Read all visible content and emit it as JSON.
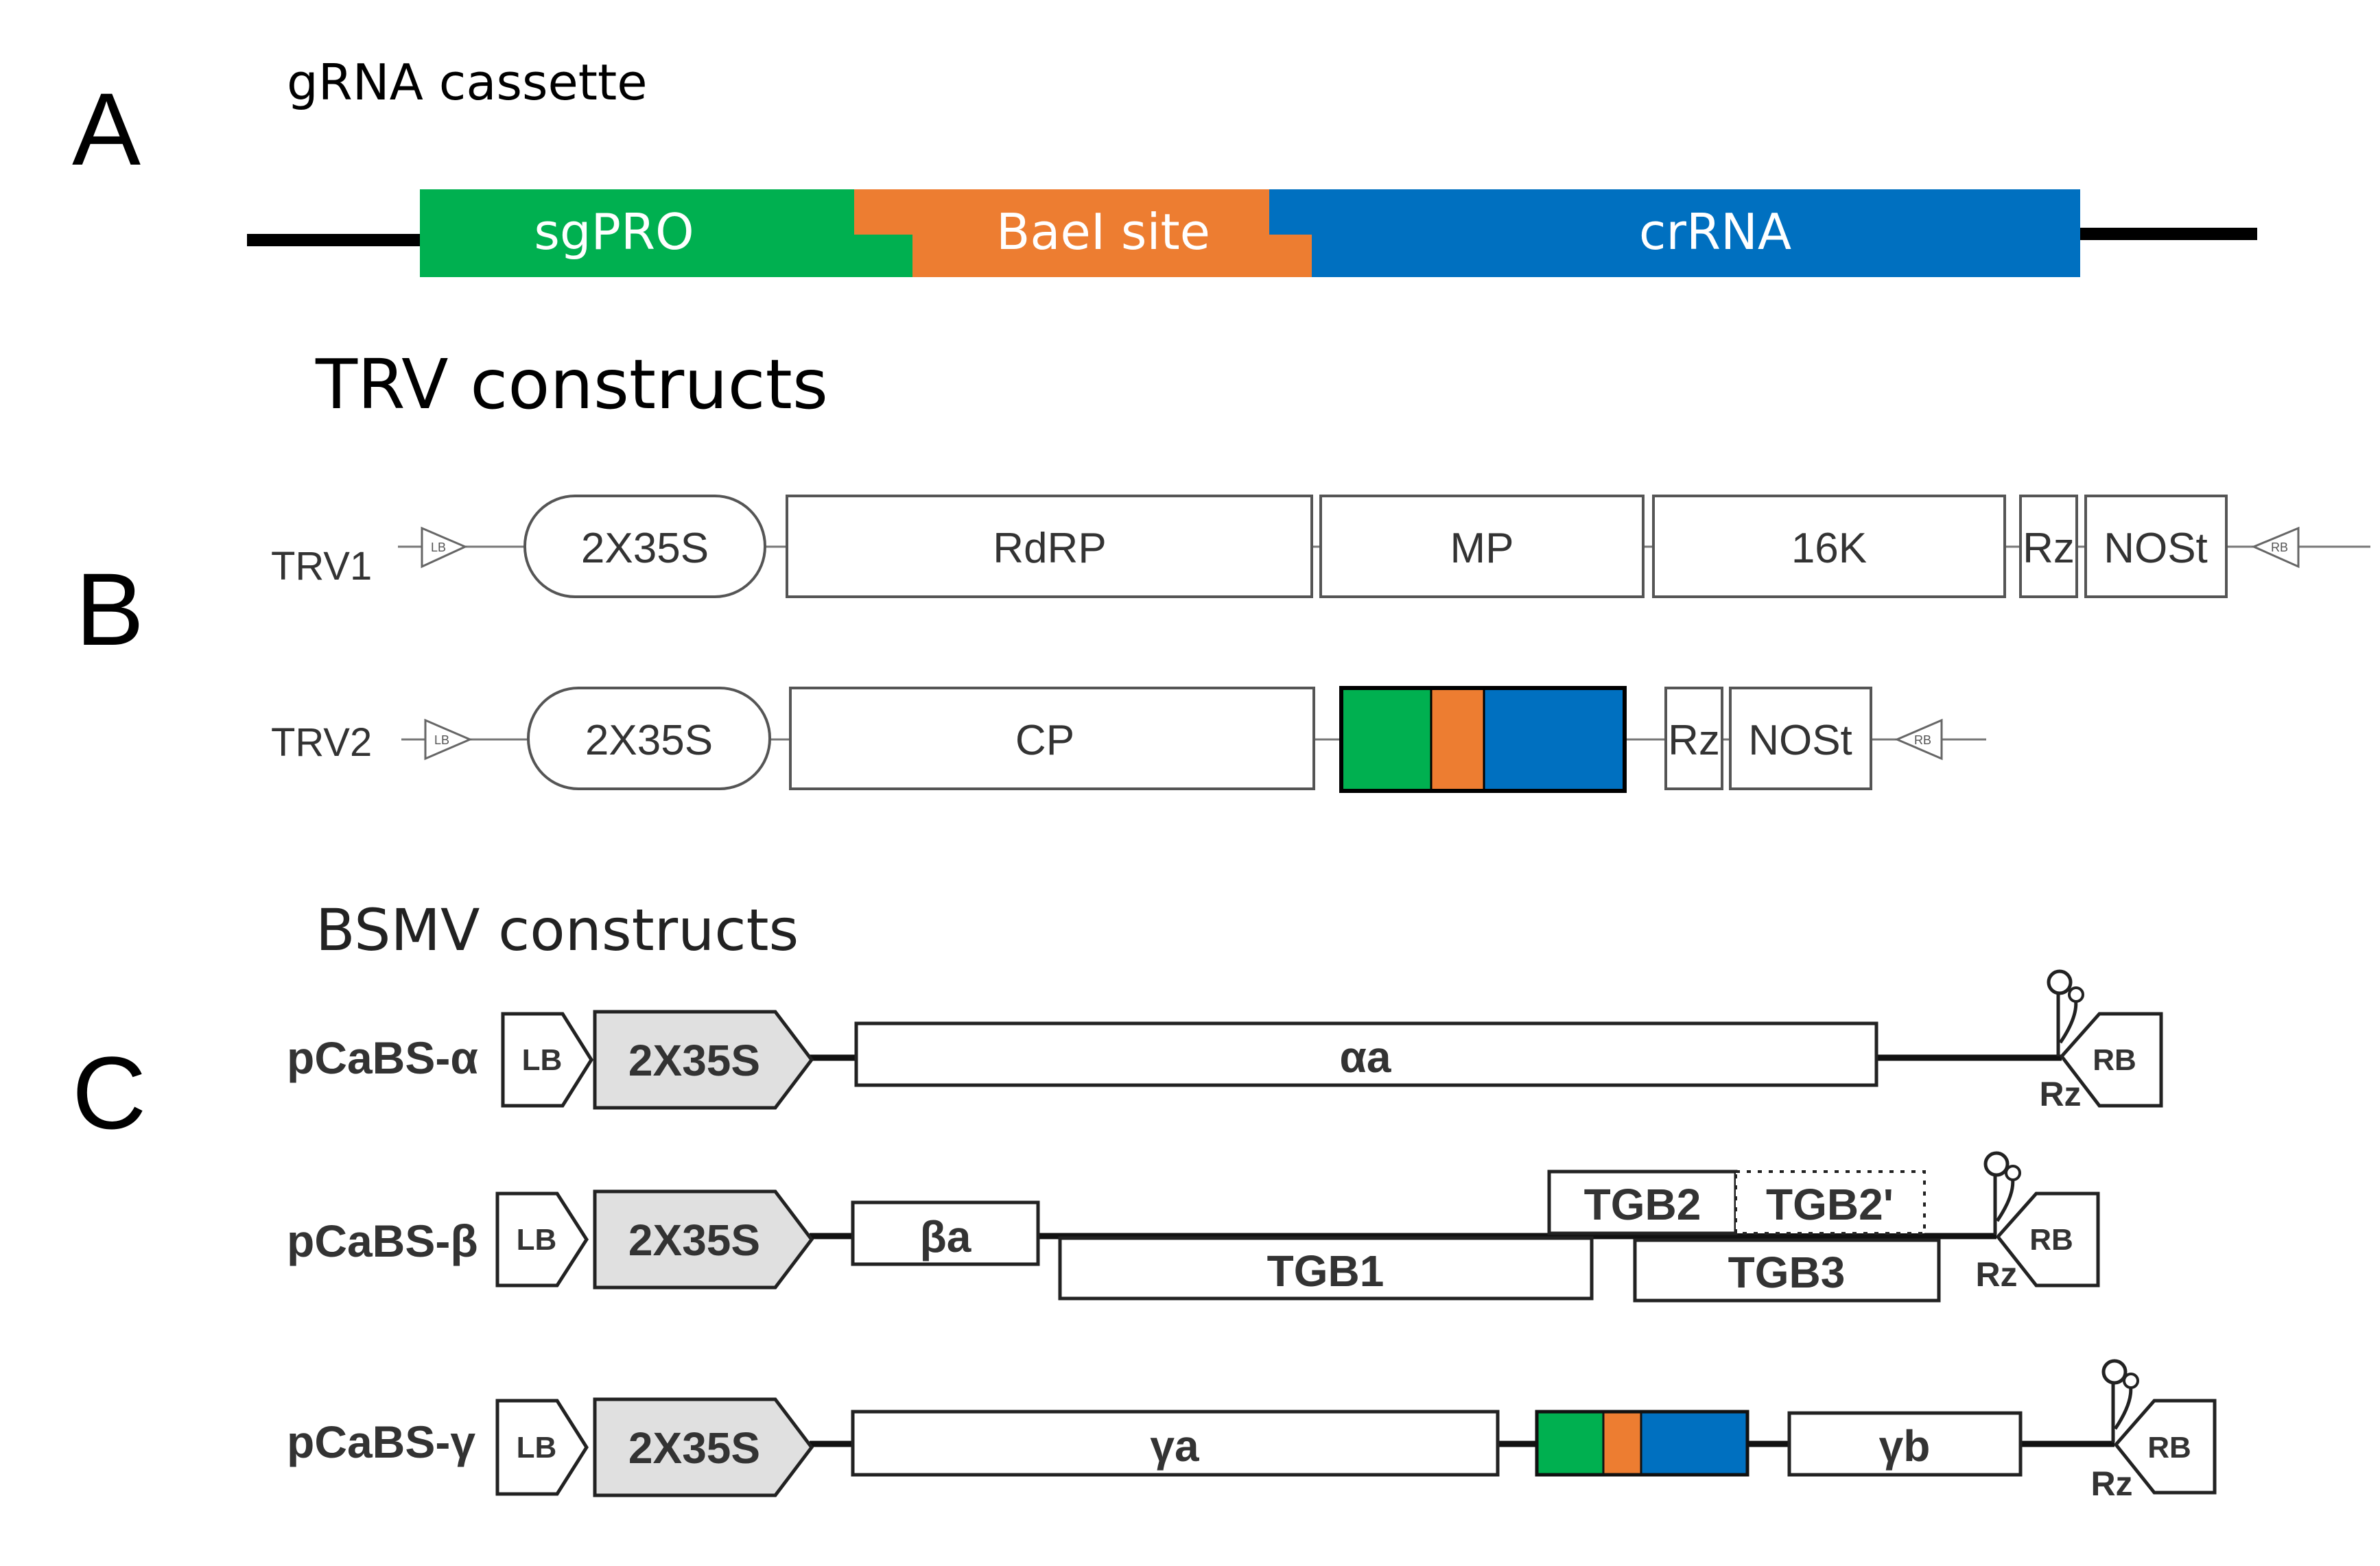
{
  "panel_letters": {
    "a": "A",
    "b": "B",
    "c": "C"
  },
  "panel_a": {
    "heading": "gRNA cassette",
    "segments": [
      {
        "label": "sgPRO",
        "color": "#00b050"
      },
      {
        "label": "BaeI site",
        "color": "#ed7d31"
      },
      {
        "label": "crRNA",
        "color": "#0070c0"
      }
    ]
  },
  "panel_b": {
    "heading": "TRV constructs",
    "trv1": {
      "name": "TRV1",
      "border_left": "LB",
      "promoter": "2X35S",
      "genes": [
        "RdRP",
        "MP",
        "16K"
      ],
      "rz": "Rz",
      "terminator": "NOSt",
      "border_right": "RB"
    },
    "trv2": {
      "name": "TRV2",
      "border_left": "LB",
      "promoter": "2X35S",
      "gene": "CP",
      "rz": "Rz",
      "terminator": "NOSt",
      "border_right": "RB"
    }
  },
  "panel_c": {
    "heading": "BSMV constructs",
    "alpha": {
      "name": "pCaBS-α",
      "lb": "LB",
      "promoter": "2X35S",
      "gene": "αa",
      "rz": "Rz",
      "rb": "RB"
    },
    "beta": {
      "name": "pCaBS-β",
      "lb": "LB",
      "promoter": "2X35S",
      "gene": "βa",
      "tgb1": "TGB1",
      "tgb2": "TGB2",
      "tgb2_prime": "TGB2'",
      "tgb3": "TGB3",
      "rz": "Rz",
      "rb": "RB"
    },
    "gamma": {
      "name": "pCaBS-γ",
      "lb": "LB",
      "promoter": "2X35S",
      "gene_a": "γa",
      "gene_b": "γb",
      "rz": "Rz",
      "rb": "RB"
    }
  },
  "colors": {
    "sgpro": "#00b050",
    "bael": "#ed7d31",
    "crrna": "#0070c0",
    "promoter_fill": "#e0e0e0"
  },
  "icons": [
    "lb-arrow-icon",
    "rb-arrow-icon",
    "hairpin-ribozyme-icon"
  ]
}
